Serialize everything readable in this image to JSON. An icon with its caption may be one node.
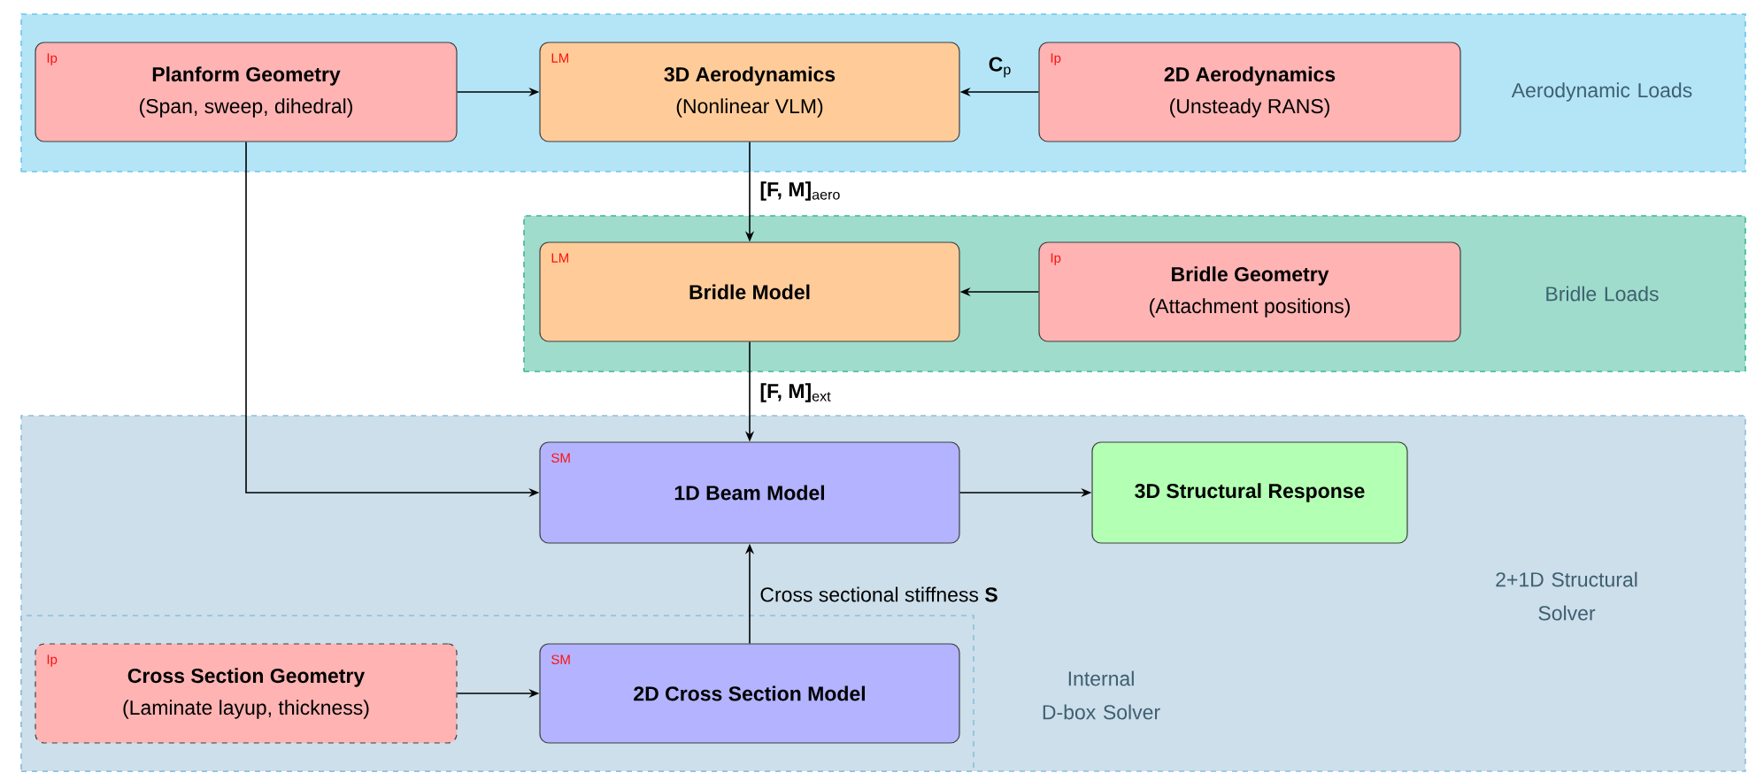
{
  "diagram": {
    "nodes": [
      {
        "text": [
          "Aerodynamic Loads"
        ]
      },
      {
        "text": [
          "Ip",
          "Planform Geometry",
          "(Span, sweep, dihedral)"
        ],
        "in": 0
      },
      {
        "text": [
          "LM",
          "3D Aerodynamics",
          "(Nonlinear VLM)"
        ],
        "in": 0
      },
      {
        "text": [
          "Ip",
          "2D Aerodynamics",
          "(Unsteady RANS)"
        ],
        "in": 0
      },
      {
        "text": [
          "Bridle Loads"
        ]
      },
      {
        "text": [
          "LM",
          "Bridle Model"
        ],
        "in": 4
      },
      {
        "text": [
          "Ip",
          "Bridle Geometry",
          "(Attachment positions)"
        ],
        "in": 4
      },
      {
        "text": [
          "2+1D Structural Solver"
        ]
      },
      {
        "text": [
          "SM",
          "1D Beam Model"
        ],
        "in": 7
      },
      {
        "text": [
          "3D Structural Response"
        ],
        "in": 7
      },
      {
        "text": [
          "Internal D-box Solver"
        ],
        "in": 7
      },
      {
        "text": [
          "Ip",
          "Cross Section Geometry",
          "(Laminate layup, thickness)"
        ],
        "in": 10
      },
      {
        "text": [
          "SM",
          "2D Cross Section Model"
        ],
        "in": 10
      }
    ],
    "edges": [
      {
        "from": 1,
        "to": 2,
        "arrow": "to"
      },
      {
        "from": 3,
        "to": 2,
        "arrow": "to",
        "label": "**C**$_{p}$"
      },
      {
        "from": 2,
        "to": 5,
        "arrow": "to",
        "label": "**[F, M]**$_{aero}$"
      },
      {
        "from": 6,
        "to": 5,
        "arrow": "to"
      },
      {
        "from": 5,
        "to": 8,
        "arrow": "to",
        "label": "**[F, M]**$_{ext}$"
      },
      {
        "from": 1,
        "to": 8,
        "arrow": "to"
      },
      {
        "from": 8,
        "to": 9,
        "arrow": "to"
      },
      {
        "from": 12,
        "to": 8,
        "arrow": "to",
        "label": "Cross sectional stiffness **S**"
      },
      {
        "from": 11,
        "to": 12,
        "arrow": "to"
      }
    ]
  }
}
